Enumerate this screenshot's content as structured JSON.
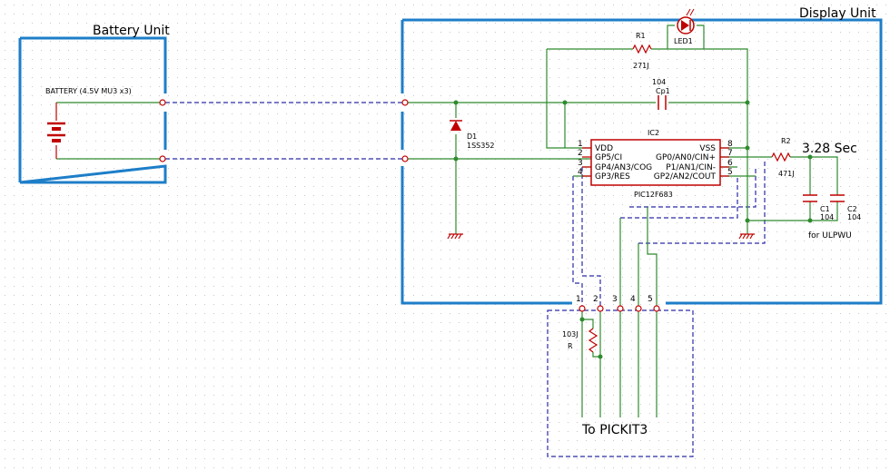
{
  "labels": {
    "battery_unit": "Battery Unit",
    "display_unit": "Display Unit",
    "battery": "BATTERY (4.5V MU3 x3)",
    "r1_ref": "R1",
    "r1_val": "271J",
    "led_ref": "LED1",
    "cp1_val": "104",
    "cp1_ref": "Cp1",
    "ic_ref": "IC2",
    "ic_part": "PIC12F683",
    "d1_ref": "D1",
    "d1_part": "1SS352",
    "r2_ref": "R2",
    "r2_val": "471J",
    "timing": "3.28 Sec",
    "c1_ref": "C1",
    "c1_val": "104",
    "c2_ref": "C2",
    "c2_val": "104",
    "ulpwu": "for ULPWU",
    "r_ref": "R",
    "r_val": "103J",
    "pickit": "To PICKIT3"
  },
  "ic_pins_left": [
    {
      "num": "1",
      "name": "VDD"
    },
    {
      "num": "2",
      "name": "GP5/CI"
    },
    {
      "num": "3",
      "name": "GP4/AN3/COG"
    },
    {
      "num": "4",
      "name": "GP3/RES"
    }
  ],
  "ic_pins_right": [
    {
      "num": "8",
      "name": "VSS"
    },
    {
      "num": "7",
      "name": "GP0/AN0/CIN+"
    },
    {
      "num": "6",
      "name": "P1/AN1/CIN-"
    },
    {
      "num": "5",
      "name": "GP2/AN2/COUT"
    }
  ],
  "connector_pins": [
    "1",
    "2",
    "3",
    "4",
    "5"
  ],
  "colors": {
    "wire": "#2e8b2e",
    "border": "#1e7ec8",
    "component": "#c00000",
    "dashed": "#2a2aa8",
    "grid": "#c8c8c8"
  }
}
